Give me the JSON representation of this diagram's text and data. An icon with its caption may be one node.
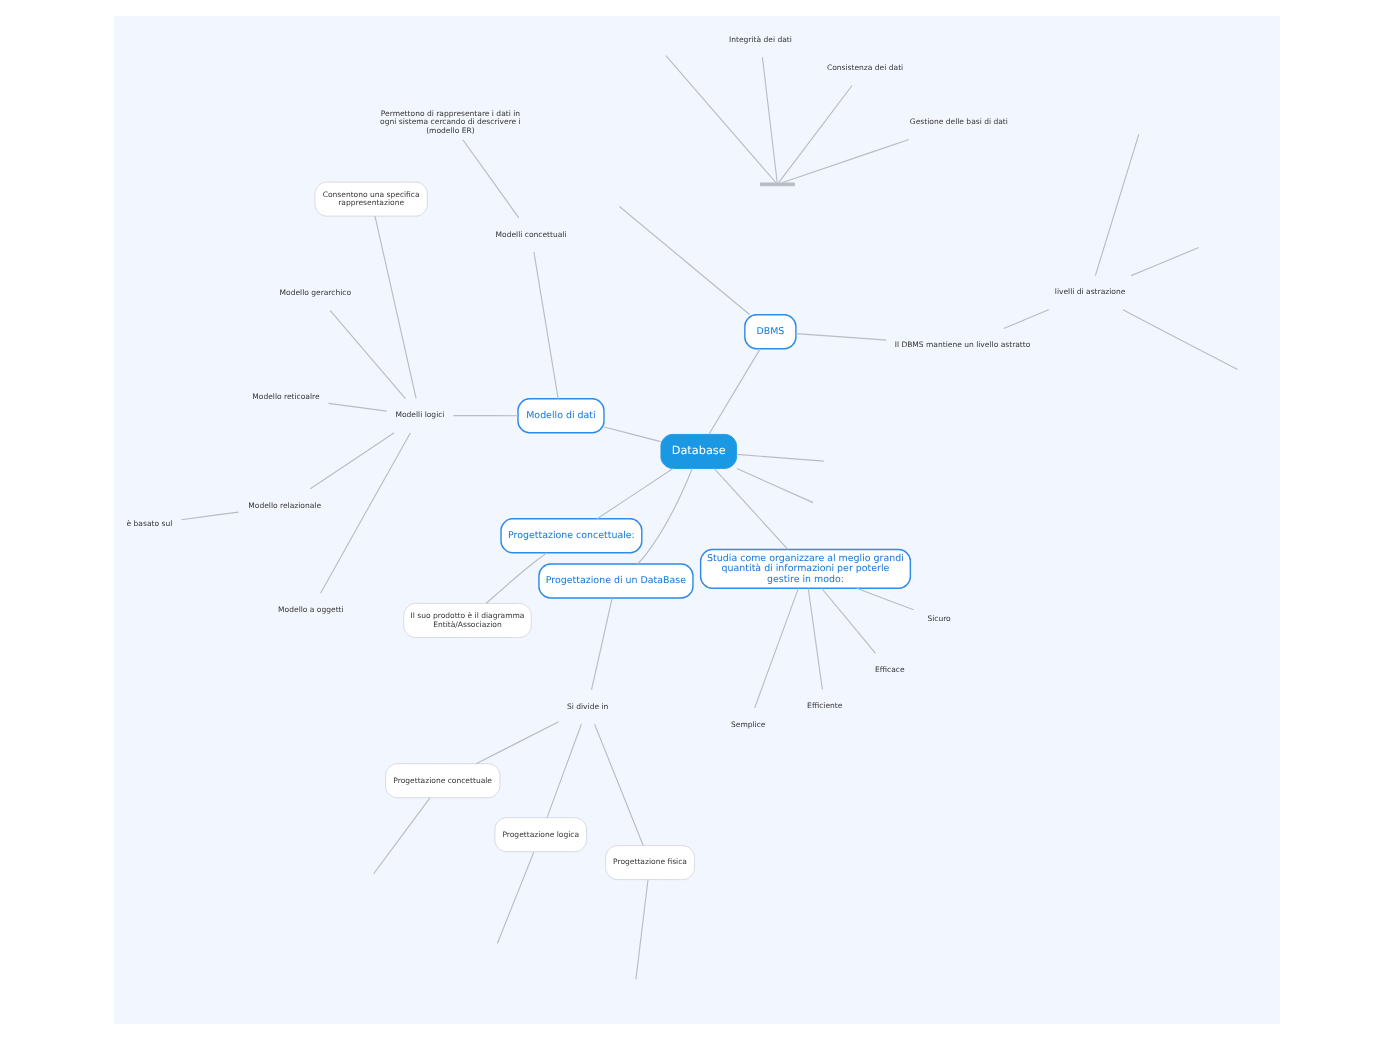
{
  "diagram": {
    "nodes": [
      {
        "text": [
          "Database"
        ]
      },
      {
        "text": [
          "DBMS"
        ]
      },
      {
        "text": [
          "Gestione delle basi di dati"
        ]
      },
      {
        "text": [
          "Consistenza dei dati"
        ]
      },
      {
        "text": [
          "Integrità dei dati"
        ]
      },
      {
        "text": [
          "Il DBMS mantiene un livello astratto"
        ]
      },
      {
        "text": [
          "livelli di astrazione"
        ]
      },
      {
        "text": [
          "Modello di dati"
        ]
      },
      {
        "text": [
          "Modelli concettuali"
        ]
      },
      {
        "text": [
          "Permettono di rappresentare i dati in ogni sistema cercando di descrivere i (modello ER)"
        ]
      },
      {
        "text": [
          "Modelli logici"
        ]
      },
      {
        "text": [
          "Consentono una specifica rappresentazione"
        ]
      },
      {
        "text": [
          "Modello gerarchico"
        ]
      },
      {
        "text": [
          "Modello reticoalre"
        ]
      },
      {
        "text": [
          "Modello relazionale"
        ]
      },
      {
        "text": [
          "è basato sul"
        ]
      },
      {
        "text": [
          "Modello a oggetti"
        ]
      },
      {
        "text": [
          "Progettazione concettuale:"
        ]
      },
      {
        "text": [
          "Il suo prodotto è il diagramma Entità/Associazion"
        ]
      },
      {
        "text": [
          "Progettazione di un DataBase"
        ]
      },
      {
        "text": [
          "Si divide in"
        ]
      },
      {
        "text": [
          "Progettazione concettuale"
        ]
      },
      {
        "text": [
          "Progettazione logica"
        ]
      },
      {
        "text": [
          "Progettazione fisica"
        ]
      },
      {
        "text": [
          "Studia come organizzare al meglio grandi quantità di informazioni per poterle gestire in modo:"
        ]
      },
      {
        "text": [
          "Semplice"
        ]
      },
      {
        "text": [
          "Efficiente"
        ]
      },
      {
        "text": [
          "Efficace"
        ]
      },
      {
        "text": [
          "Sicuro"
        ]
      },
      {
        "text": [],
        "shape": "bar"
      }
    ],
    "edges": [
      {
        "from": 0,
        "to": null,
        "arrow": "none"
      },
      {
        "from": 0,
        "to": null,
        "arrow": "none"
      },
      {
        "from": 0,
        "to": 1,
        "arrow": "none"
      },
      {
        "from": 1,
        "to": null,
        "arrow": "none"
      },
      {
        "from": null,
        "to": 29,
        "arrow": "none"
      },
      {
        "from": 29,
        "to": 2,
        "arrow": "none"
      },
      {
        "from": 29,
        "to": 3,
        "arrow": "none"
      },
      {
        "from": 29,
        "to": 4,
        "arrow": "none"
      },
      {
        "from": 1,
        "to": 5,
        "arrow": "none"
      },
      {
        "from": 5,
        "to": 6,
        "arrow": "none"
      },
      {
        "from": 6,
        "to": null,
        "arrow": "none"
      },
      {
        "from": 6,
        "to": null,
        "arrow": "none"
      },
      {
        "from": 6,
        "to": null,
        "arrow": "none"
      },
      {
        "from": 0,
        "to": 7,
        "arrow": "none"
      },
      {
        "from": 7,
        "to": 8,
        "arrow": "none"
      },
      {
        "from": 8,
        "to": 9,
        "arrow": "none"
      },
      {
        "from": 7,
        "to": 10,
        "arrow": "none"
      },
      {
        "from": 10,
        "to": 11,
        "arrow": "none"
      },
      {
        "from": 10,
        "to": 12,
        "arrow": "none"
      },
      {
        "from": 10,
        "to": 13,
        "arrow": "none"
      },
      {
        "from": 10,
        "to": 14,
        "arrow": "none"
      },
      {
        "from": 14,
        "to": 15,
        "arrow": "none"
      },
      {
        "from": 10,
        "to": 16,
        "arrow": "none"
      },
      {
        "from": 0,
        "to": 17,
        "arrow": "none"
      },
      {
        "from": 17,
        "to": 18,
        "arrow": "none"
      },
      {
        "from": 0,
        "to": 19,
        "arrow": "none"
      },
      {
        "from": 19,
        "to": 20,
        "arrow": "none"
      },
      {
        "from": 20,
        "to": 21,
        "arrow": "none"
      },
      {
        "from": 20,
        "to": 22,
        "arrow": "none"
      },
      {
        "from": 20,
        "to": 23,
        "arrow": "none"
      },
      {
        "from": 21,
        "to": null,
        "arrow": "none"
      },
      {
        "from": 22,
        "to": null,
        "arrow": "none"
      },
      {
        "from": 23,
        "to": null,
        "arrow": "none"
      },
      {
        "from": 0,
        "to": 24,
        "arrow": "none"
      },
      {
        "from": 24,
        "to": 25,
        "arrow": "none"
      },
      {
        "from": 24,
        "to": 26,
        "arrow": "none"
      },
      {
        "from": 24,
        "to": 27,
        "arrow": "none"
      },
      {
        "from": 24,
        "to": 28,
        "arrow": "none"
      }
    ]
  }
}
